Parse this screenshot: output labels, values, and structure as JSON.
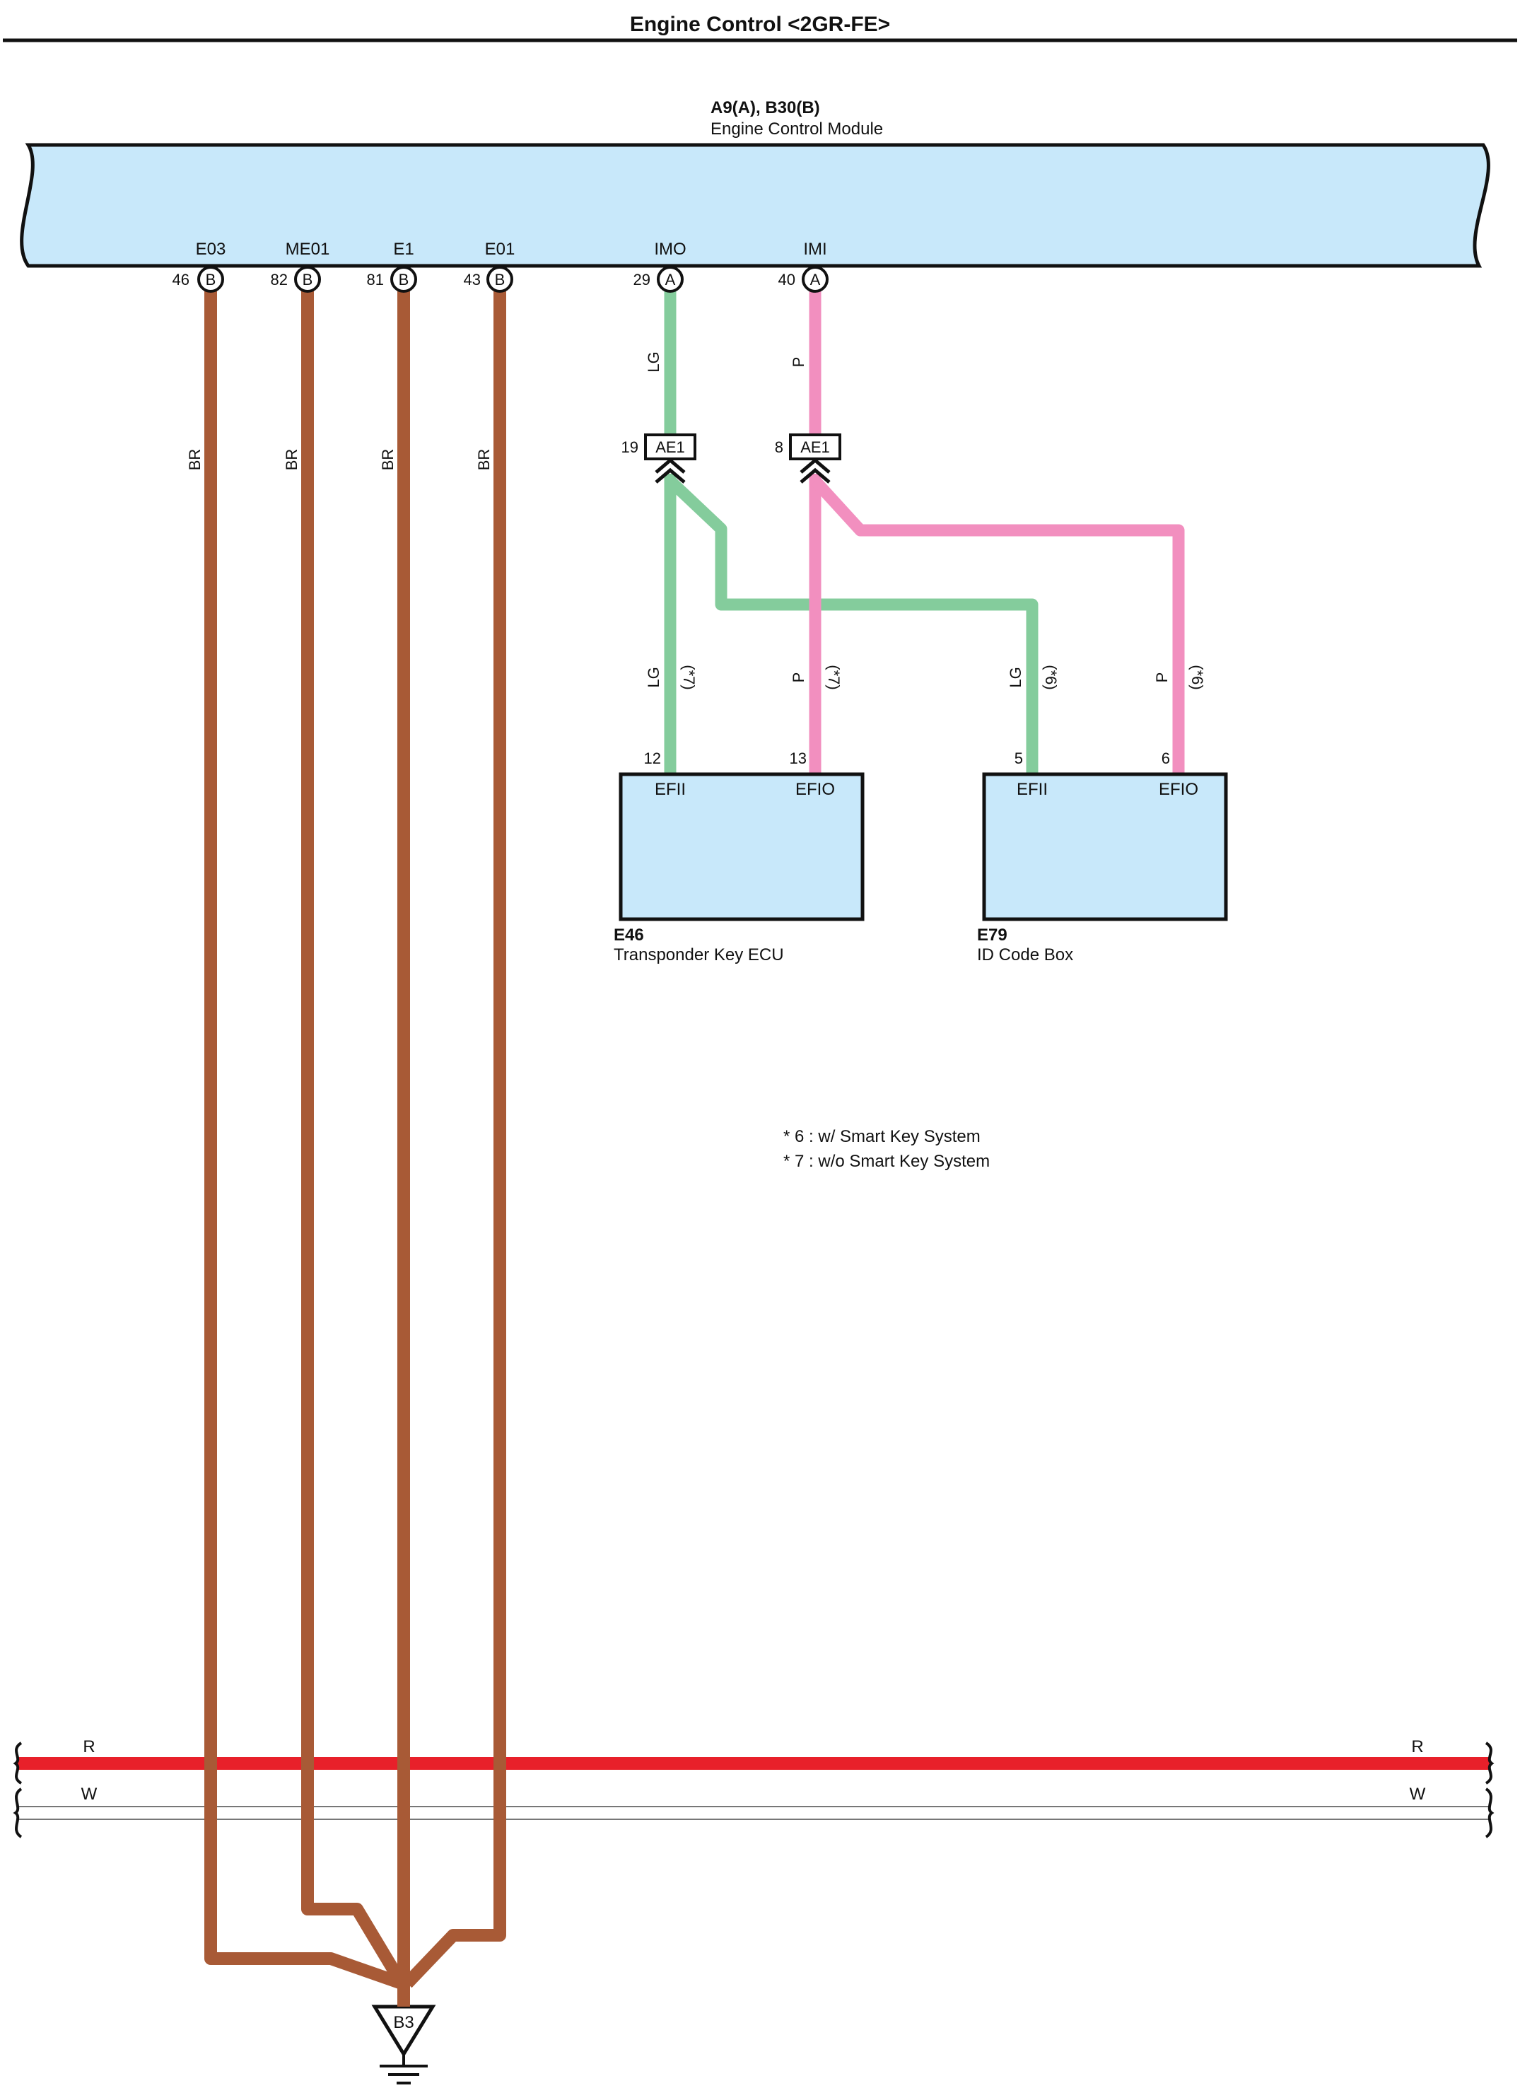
{
  "header": {
    "title": "Engine Control <2GR-FE>"
  },
  "colors": {
    "brown": "#a85a36",
    "green": "#84cc9c",
    "pink": "#f28fbf",
    "red": "#e8202a",
    "module_fill": "#c8e8fa",
    "line": "#111111"
  },
  "ecm": {
    "connector_label": "A9(A), B30(B)",
    "name": "Engine Control Module",
    "terminals": [
      {
        "name": "E03",
        "pin": "46",
        "connector": "B"
      },
      {
        "name": "ME01",
        "pin": "82",
        "connector": "B"
      },
      {
        "name": "E1",
        "pin": "81",
        "connector": "B"
      },
      {
        "name": "E01",
        "pin": "43",
        "connector": "B"
      },
      {
        "name": "IMO",
        "pin": "29",
        "connector": "A"
      },
      {
        "name": "IMI",
        "pin": "40",
        "connector": "A"
      }
    ]
  },
  "wires": {
    "br": "BR",
    "lg": "LG",
    "p": "P",
    "note7": "(*7)",
    "note6": "(*6)"
  },
  "junction": {
    "connector": "AE1",
    "left_pin": "19",
    "right_pin": "8"
  },
  "e46": {
    "id": "E46",
    "name": "Transponder Key ECU",
    "pins": [
      {
        "pin": "12",
        "name": "EFII"
      },
      {
        "pin": "13",
        "name": "EFIO"
      }
    ]
  },
  "e79": {
    "id": "E79",
    "name": "ID Code Box",
    "pins": [
      {
        "pin": "5",
        "name": "EFII"
      },
      {
        "pin": "6",
        "name": "EFIO"
      }
    ]
  },
  "notes": [
    "* 6 : w/ Smart Key System",
    "* 7 : w/o Smart Key System"
  ],
  "bus": {
    "red_label": "R",
    "white_label": "W"
  },
  "ground": {
    "id": "B3"
  }
}
